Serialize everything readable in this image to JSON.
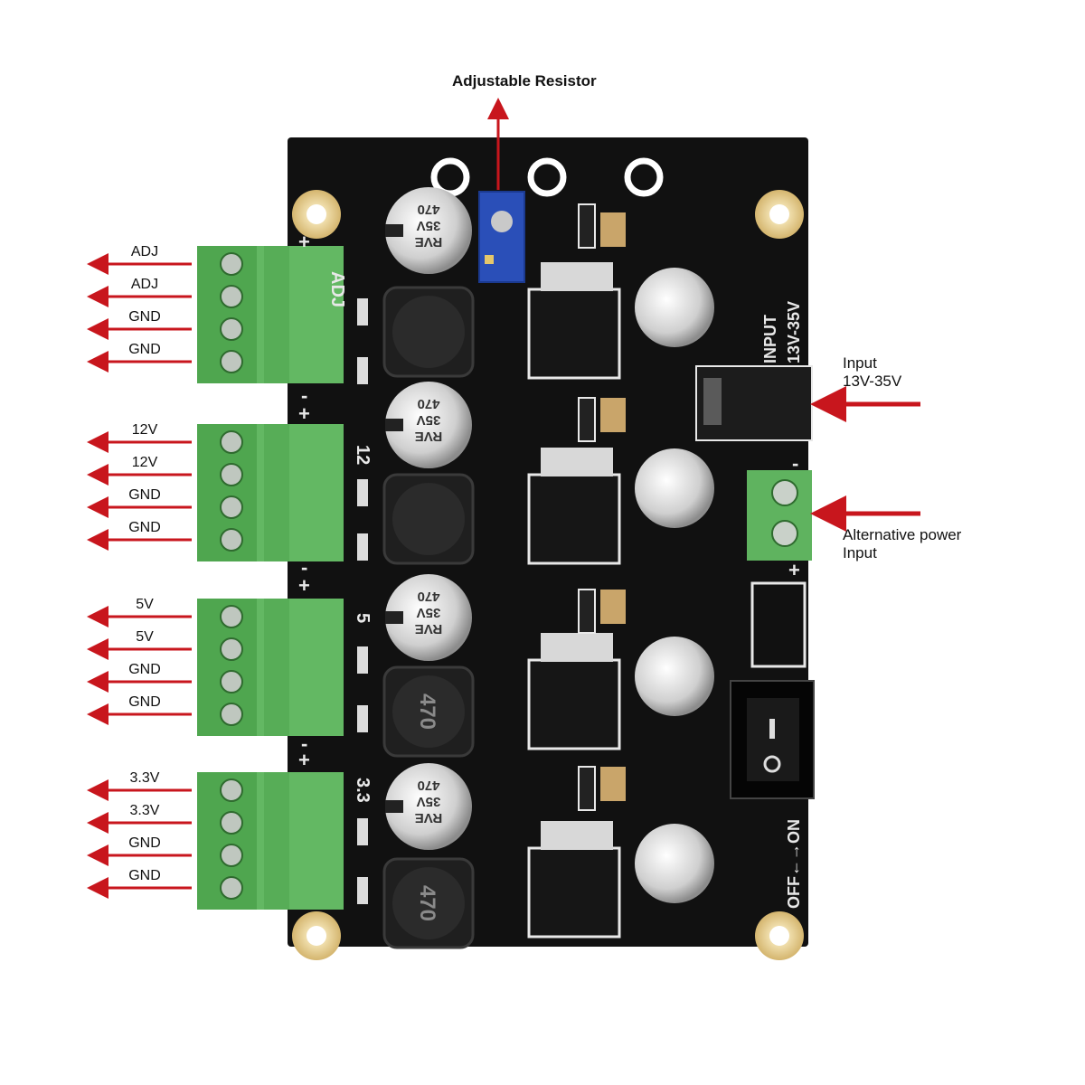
{
  "callouts": {
    "top": "Adjustable Resistor",
    "input_line1": "Input",
    "input_line2": "13V-35V",
    "alt_line1": "Alternative power",
    "alt_line2": "Input"
  },
  "outputs": [
    {
      "pin1": "ADJ",
      "pin2": "ADJ",
      "pin3": "GND",
      "pin4": "GND",
      "silk": "ADJ"
    },
    {
      "pin1": "12V",
      "pin2": "12V",
      "pin3": "GND",
      "pin4": "GND",
      "silk": "12"
    },
    {
      "pin1": "5V",
      "pin2": "5V",
      "pin3": "GND",
      "pin4": "GND",
      "silk": "5"
    },
    {
      "pin1": "3.3V",
      "pin2": "3.3V",
      "pin3": "GND",
      "pin4": "GND",
      "silk": "3.3"
    }
  ],
  "board": {
    "input_silk": "INPUT",
    "input_range_silk": "13V-35V",
    "switch_silk": "OFF←→ON",
    "cap_lines": [
      "470",
      "35V",
      "RVE"
    ],
    "inductor_code": "470",
    "plus": "+",
    "minus": "-"
  },
  "colors": {
    "arrow": "#c8161d",
    "board": "#111111",
    "terminal": "#5fb35f",
    "pot": "#2a4fb8"
  }
}
